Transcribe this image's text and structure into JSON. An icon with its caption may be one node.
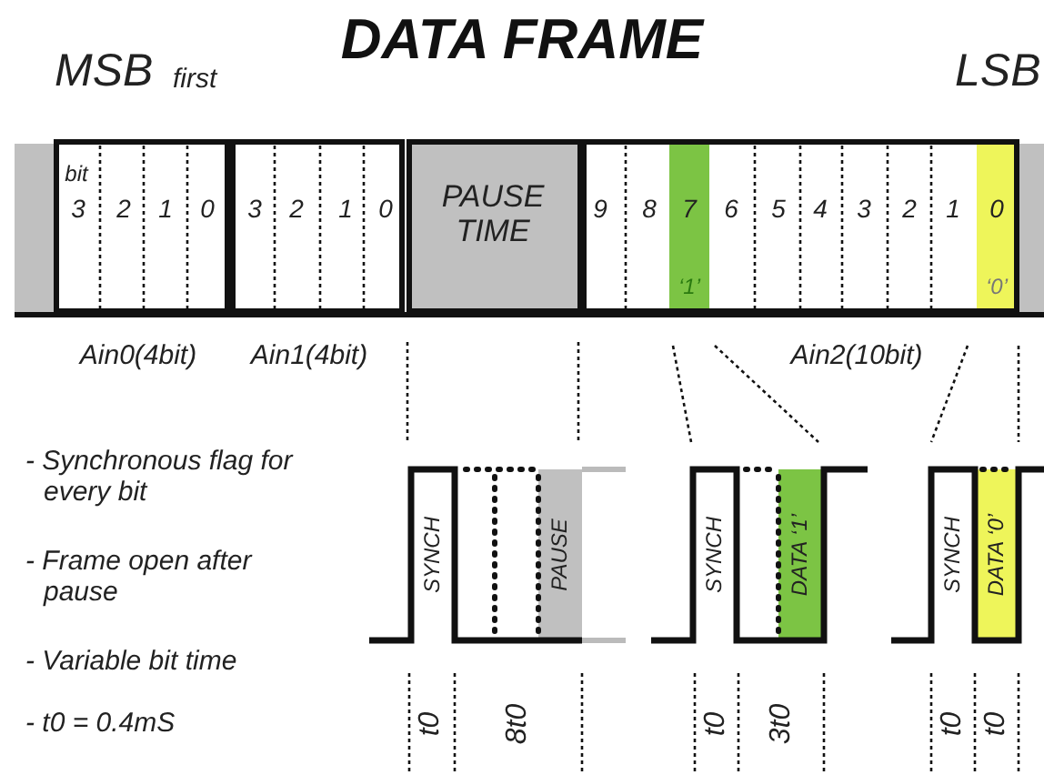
{
  "diagram": {
    "title": "DATA FRAME",
    "labels": [
      "MSB",
      "first",
      "LSB",
      "bit",
      "3",
      "2",
      "1",
      "0",
      "3",
      "2",
      "1",
      "0",
      "PAUSE TIME",
      "9",
      "8",
      "7",
      "6",
      "5",
      "4",
      "3",
      "2",
      "1",
      "0",
      "‘1’",
      "‘0’",
      "Ain0(4bit)",
      "Ain1(4bit)",
      "Ain2(10bit)",
      "- Synchronous flag for every bit",
      "- Frame open after pause",
      "- Variable bit time",
      "- t0 = 0.4mS",
      "SYNCH",
      "PAUSE",
      "SYNCH",
      "DATA ‘1’",
      "SYNCH",
      "DATA ‘0’",
      "t0",
      "8t0",
      "t0",
      "3t0",
      "t0",
      "t0"
    ]
  }
}
